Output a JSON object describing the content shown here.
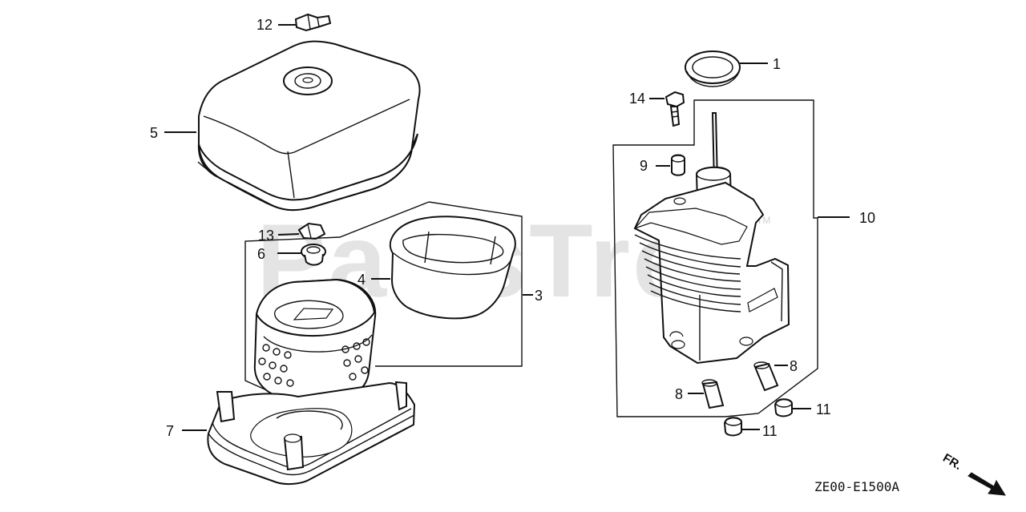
{
  "watermark": {
    "text": "PartsTree",
    "trademark": "TM"
  },
  "diagram_code": "ZE00-E1500A",
  "direction_label": "FR.",
  "callouts": {
    "c1": "1",
    "c3": "3",
    "c4": "4",
    "c5": "5",
    "c6": "6",
    "c7": "7",
    "c8a": "8",
    "c8b": "8",
    "c9": "9",
    "c10": "10",
    "c11a": "11",
    "c11b": "11",
    "c12": "12",
    "c13": "13",
    "c14": "14"
  }
}
